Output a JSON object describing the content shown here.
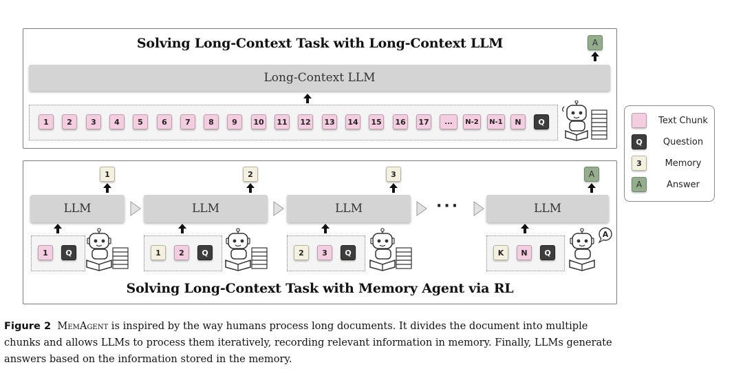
{
  "top_panel": {
    "title": "Solving Long-Context Task with Long-Context LLM",
    "llm_label": "Long-Context LLM",
    "chunks": [
      "1",
      "2",
      "3",
      "4",
      "5",
      "6",
      "7",
      "8",
      "9",
      "10",
      "11",
      "12",
      "13",
      "14",
      "15",
      "16",
      "17",
      "...",
      "N-2",
      "N-1",
      "N"
    ],
    "question": "Q",
    "answer": "A"
  },
  "bottom_panel": {
    "title": "Solving Long-Context Task with Memory Agent via RL",
    "steps": [
      {
        "llm_label": "LLM",
        "inputs": [
          {
            "kind": "text",
            "label": "1"
          },
          {
            "kind": "question",
            "label": "Q"
          }
        ],
        "output": {
          "kind": "memory",
          "label": "1"
        }
      },
      {
        "llm_label": "LLM",
        "inputs": [
          {
            "kind": "memory",
            "label": "1"
          },
          {
            "kind": "text",
            "label": "2"
          },
          {
            "kind": "question",
            "label": "Q"
          }
        ],
        "output": {
          "kind": "memory",
          "label": "2"
        }
      },
      {
        "llm_label": "LLM",
        "inputs": [
          {
            "kind": "memory",
            "label": "2"
          },
          {
            "kind": "text",
            "label": "3"
          },
          {
            "kind": "question",
            "label": "Q"
          }
        ],
        "output": {
          "kind": "memory",
          "label": "3"
        }
      },
      {
        "llm_label": "LLM",
        "inputs": [
          {
            "kind": "memory",
            "label": "K"
          },
          {
            "kind": "text",
            "label": "N"
          },
          {
            "kind": "question",
            "label": "Q"
          }
        ],
        "output": {
          "kind": "answer",
          "label": "A"
        }
      }
    ],
    "ellipsis": "···",
    "answer_bubble": "A"
  },
  "legend": {
    "items": [
      {
        "kind": "text",
        "chip": "",
        "label": "Text Chunk"
      },
      {
        "kind": "question",
        "chip": "Q",
        "label": "Question"
      },
      {
        "kind": "memory",
        "chip": "3",
        "label": "Memory"
      },
      {
        "kind": "answer",
        "chip": "A",
        "label": "Answer"
      }
    ]
  },
  "caption": {
    "figure_label": "Figure 2",
    "name": "MemAgent",
    "text_1": " is inspired by the way humans process long documents. It divides the document into multiple",
    "text_2": "chunks and allows LLMs to process them iteratively, recording relevant information in memory. Finally, LLMs generate",
    "text_3": "answers based on the information stored in the memory."
  },
  "colors": {
    "text_chunk": "#f4cde0",
    "question": "#3d3d3d",
    "memory": "#f5f1e1",
    "answer": "#93ad8d",
    "llm_bar": "#d4d4d4",
    "panel_border": "#7a7a7a"
  }
}
